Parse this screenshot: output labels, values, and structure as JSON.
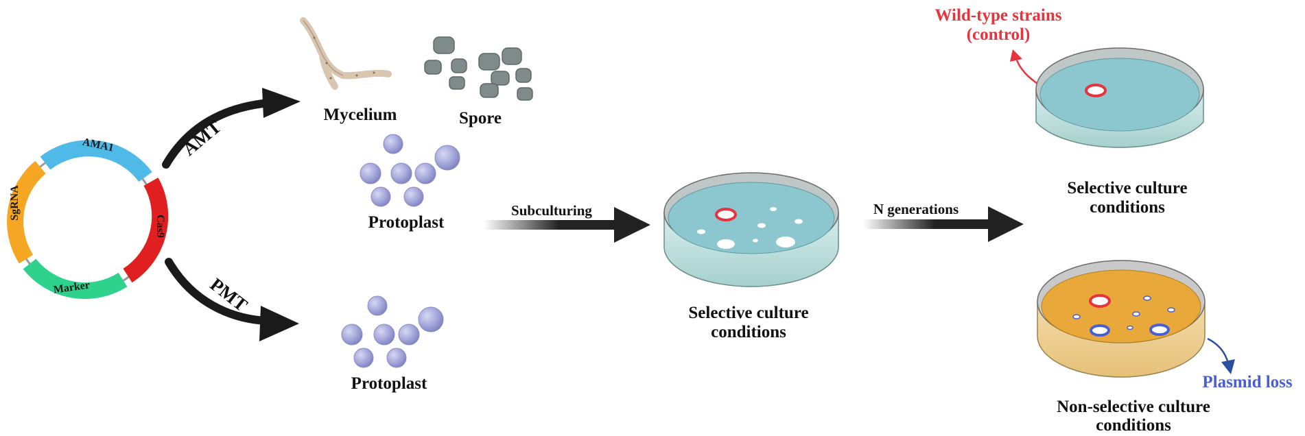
{
  "plasmid": {
    "segments": [
      {
        "label": "AMA1",
        "color": "#4fb9e8"
      },
      {
        "label": "Cas9",
        "color": "#e02020"
      },
      {
        "label": "Marker",
        "color": "#2fd28c"
      },
      {
        "label": "SgRNA",
        "color": "#f5a623"
      }
    ]
  },
  "methods": {
    "amt": "AMT",
    "pmt": "PMT"
  },
  "cells": {
    "mycelium": "Mycelium",
    "spore": "Spore",
    "protoplast_top": "Protoplast",
    "protoplast_bottom": "Protoplast"
  },
  "steps": {
    "subculturing": "Subculturing",
    "n_generations": "N generations"
  },
  "center_dish": {
    "caption_line1": "Selective culture",
    "caption_line2": "conditions"
  },
  "top_right_dish": {
    "annotation_line1": "Wild-type strains",
    "annotation_line2": "(control)",
    "caption_line1": "Selective culture",
    "caption_line2": "conditions"
  },
  "bottom_right_dish": {
    "annotation": "Plasmid loss",
    "caption_line1": "Non-selective culture",
    "caption_line2": "conditions"
  },
  "colors": {
    "control_red": "#e8333c",
    "plasmid_loss_blue": "#4a5fd6",
    "selective_medium": "#8cc7cf",
    "nonselective_medium": "#e8a83a",
    "protoplast": "#9c9fd4",
    "spore": "#7f8b8b"
  }
}
